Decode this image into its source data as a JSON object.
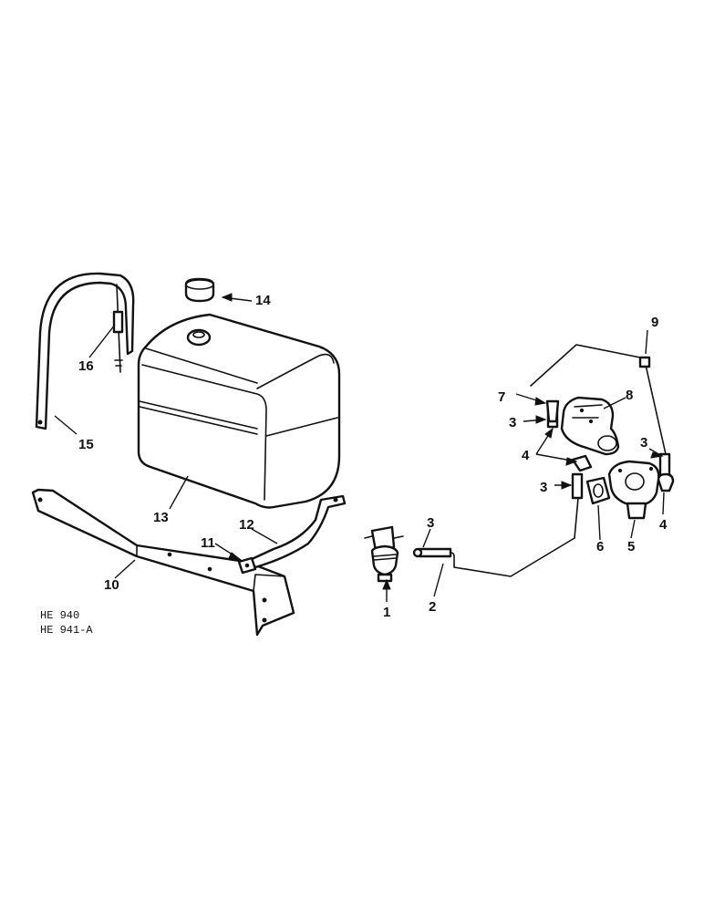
{
  "callouts": {
    "c1": "1",
    "c2": "2",
    "c3a": "3",
    "c3b": "3",
    "c3c": "3",
    "c3d": "3",
    "c4a": "4",
    "c4b": "4",
    "c5": "5",
    "c6": "6",
    "c7": "7",
    "c8": "8",
    "c9": "9",
    "c10": "10",
    "c11": "11",
    "c12": "12",
    "c13": "13",
    "c14": "14",
    "c15": "15",
    "c16": "16"
  },
  "references": {
    "line1": "HE  940",
    "line2": "HE  941-A"
  }
}
